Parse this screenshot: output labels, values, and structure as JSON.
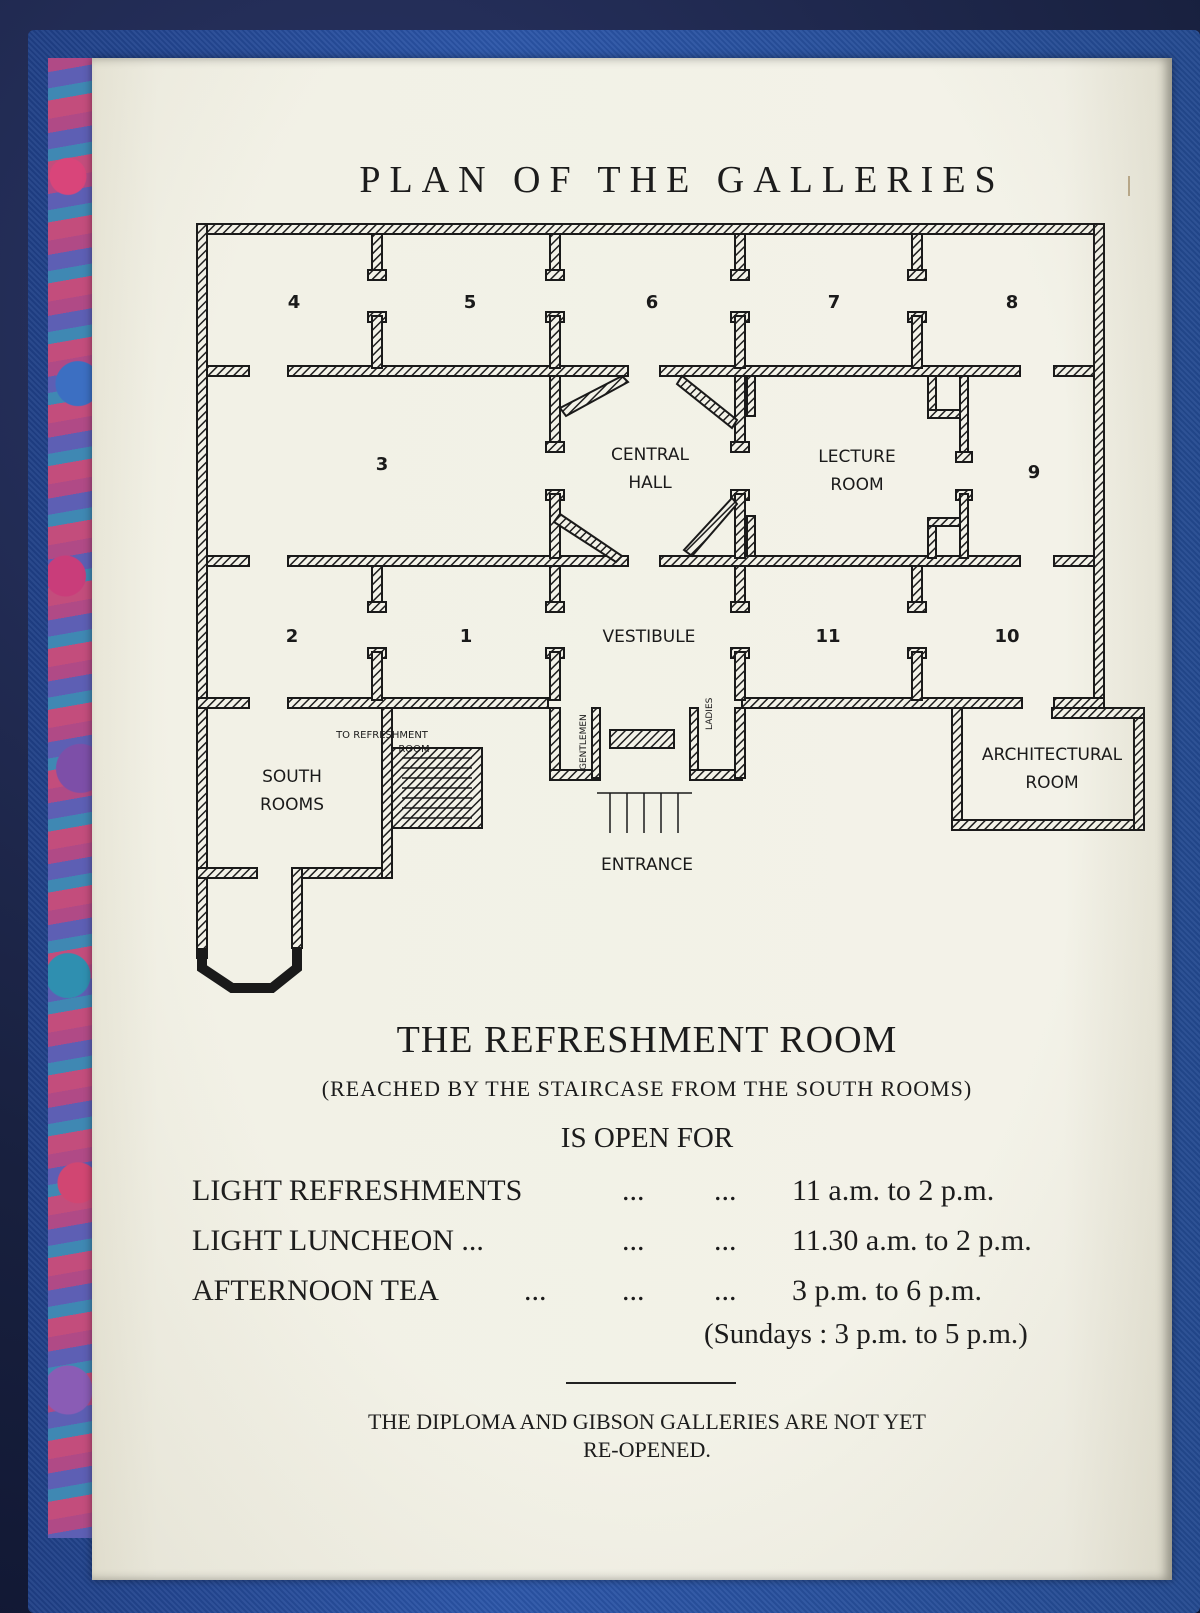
{
  "page": {
    "plan_title": "PLAN OF THE GALLERIES"
  },
  "plan": {
    "rooms": {
      "r1": "1",
      "r2": "2",
      "r3": "3",
      "r4": "4",
      "r5": "5",
      "r6": "6",
      "r7": "7",
      "r8": "8",
      "r9": "9",
      "r10": "10",
      "r11": "11",
      "central_hall_1": "CENTRAL",
      "central_hall_2": "HALL",
      "lecture_room_1": "LECTURE",
      "lecture_room_2": "ROOM",
      "vestibule": "VESTIBULE",
      "south_rooms_1": "SOUTH",
      "south_rooms_2": "ROOMS",
      "architectural_room_1": "ARCHITECTURAL",
      "architectural_room_2": "ROOM",
      "entrance": "ENTRANCE",
      "to_refreshment_1": "TO REFRESHMENT",
      "to_refreshment_2": "ROOM",
      "gentlemen": "GENTLEMEN",
      "ladies": "LADIES"
    }
  },
  "refreshment": {
    "title": "THE REFRESHMENT ROOM",
    "subtitle": "(REACHED BY THE STAIRCASE FROM THE SOUTH ROOMS)",
    "open_for": "IS OPEN FOR",
    "rows": [
      {
        "item": "LIGHT REFRESHMENTS",
        "dots_a": "...",
        "dots_b": "...",
        "time": "11 a.m. to 2 p.m."
      },
      {
        "item": "LIGHT LUNCHEON ...",
        "dots_a": "...",
        "dots_b": "...",
        "time": "11.30 a.m. to 2 p.m."
      },
      {
        "item": "AFTERNOON TEA",
        "dots_c": "...",
        "dots_a": "...",
        "dots_b": "...",
        "time": "3 p.m. to 6 p.m."
      }
    ],
    "sunday_note": "(Sundays : 3 p.m. to 5 p.m.)",
    "footer_line1": "THE DIPLOMA AND GIBSON GALLERIES ARE NOT YET",
    "footer_line2": "RE-OPENED."
  }
}
